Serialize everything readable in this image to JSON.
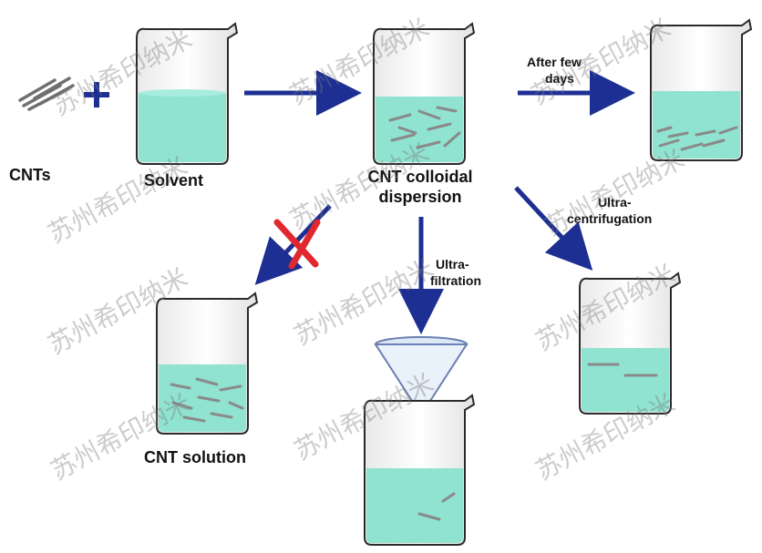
{
  "colors": {
    "liquid": "#8fe3d0",
    "arrow": "#1d2f93",
    "cross": "#e0282e",
    "beaker_outline": "#2a2a2a",
    "rod": "#8a8a8a"
  },
  "labels": {
    "cnts": "CNTs",
    "solvent": "Solvent",
    "cnt_colloidal": "CNT colloidal",
    "dispersion": "dispersion",
    "after_few": "After few",
    "days": "days",
    "ultra_centrifugation_1": "Ultra-",
    "ultra_centrifugation_2": "centrifugation",
    "ultra_filtration_1": "Ultra-",
    "ultra_filtration_2": "filtration",
    "cnt_solution": "CNT solution"
  },
  "symbols": {
    "plus": "+"
  },
  "watermark": "苏州希印纳米",
  "icons": [
    "plus-icon",
    "arrow-right-icon",
    "arrow-down-left-icon",
    "arrow-down-icon",
    "arrow-down-right-icon",
    "cross-icon",
    "funnel-icon",
    "beaker-icon"
  ]
}
